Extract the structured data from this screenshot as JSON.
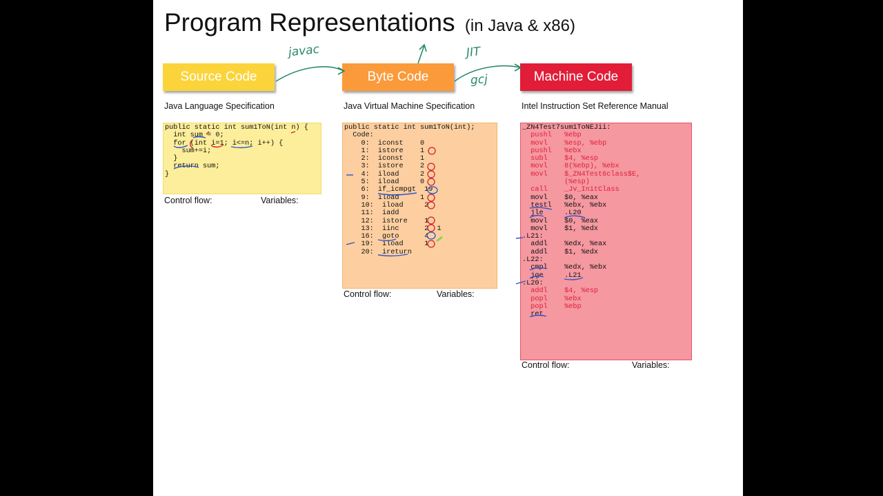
{
  "slide": {
    "title": "Program Representations",
    "subtitle": "(in Java & x86)"
  },
  "stages": {
    "source": "Source Code",
    "byte": "Byte Code",
    "machine": "Machine Code"
  },
  "specs": {
    "source": "Java Language Specification",
    "byte": "Java Virtual Machine Specification",
    "machine": "Intel Instruction Set Reference Manual"
  },
  "code": {
    "source": "public static int sum1ToN(int n) {\n  int sum = 0;\n  for (int i=1; i<=n; i++) {\n    sum+=i;\n  }\n  return sum;\n}",
    "byte": "public static int sum1ToN(int);\n  Code:\n    0:  iconst    0\n    1:  istore    1\n    2:  iconst    1\n    3:  istore    2\n    4:  iload     2\n    5:  iload     0\n    6:  if_icmpgt  19\n    9:  iload     1\n    10:  iload     2\n    11:  iadd\n    12:  istore    1\n    13:  iinc      2  1\n    16:  goto      4\n    19:  iload     1\n    20:  ireturn",
    "machine_lines": [
      {
        "text": "_ZN4Test7sum1ToNEJii:",
        "hl": false
      },
      {
        "text": "  pushl   %ebp",
        "hl": true
      },
      {
        "text": "  movl    %esp, %ebp",
        "hl": true
      },
      {
        "text": "  pushl   %ebx",
        "hl": true
      },
      {
        "text": "  subl    $4, %esp",
        "hl": true
      },
      {
        "text": "  movl    8(%ebp), %ebx",
        "hl": true
      },
      {
        "text": "  movl    $_ZN4Test6class$E,",
        "hl": true
      },
      {
        "text": "          (%esp)",
        "hl": true
      },
      {
        "text": "  call    _Jv_InitClass",
        "hl": true
      },
      {
        "text": "  movl    $0, %eax",
        "hl": false
      },
      {
        "text": "  testl   %ebx, %ebx",
        "hl": false
      },
      {
        "text": "  jle     .L20",
        "hl": false
      },
      {
        "text": "  movl    $0, %eax",
        "hl": false
      },
      {
        "text": "  movl    $1, %edx",
        "hl": false
      },
      {
        "text": ".L21:",
        "hl": false
      },
      {
        "text": "  addl    %edx, %eax",
        "hl": false
      },
      {
        "text": "  addl    $1, %edx",
        "hl": false
      },
      {
        "text": ".L22:",
        "hl": false
      },
      {
        "text": "  cmpl    %edx, %ebx",
        "hl": false
      },
      {
        "text": "  jge     .L21",
        "hl": false
      },
      {
        "text": ".L20:",
        "hl": false
      },
      {
        "text": "  addl    $4, %esp",
        "hl": true
      },
      {
        "text": "  popl    %ebx",
        "hl": true
      },
      {
        "text": "  popl    %ebp",
        "hl": true
      },
      {
        "text": "  ret",
        "hl": false
      }
    ]
  },
  "footers": {
    "control_flow": "Control flow:",
    "variables": "Variables:"
  },
  "annotations": {
    "javac": "javac",
    "jit": "JIT",
    "gcj": "gcj"
  },
  "colors": {
    "source": "#fbd43b",
    "byte": "#fb9a3a",
    "machine": "#e11d38",
    "ink_green": "#2a8a6a",
    "ink_red": "#d21f2a",
    "ink_blue": "#2c56c9"
  }
}
